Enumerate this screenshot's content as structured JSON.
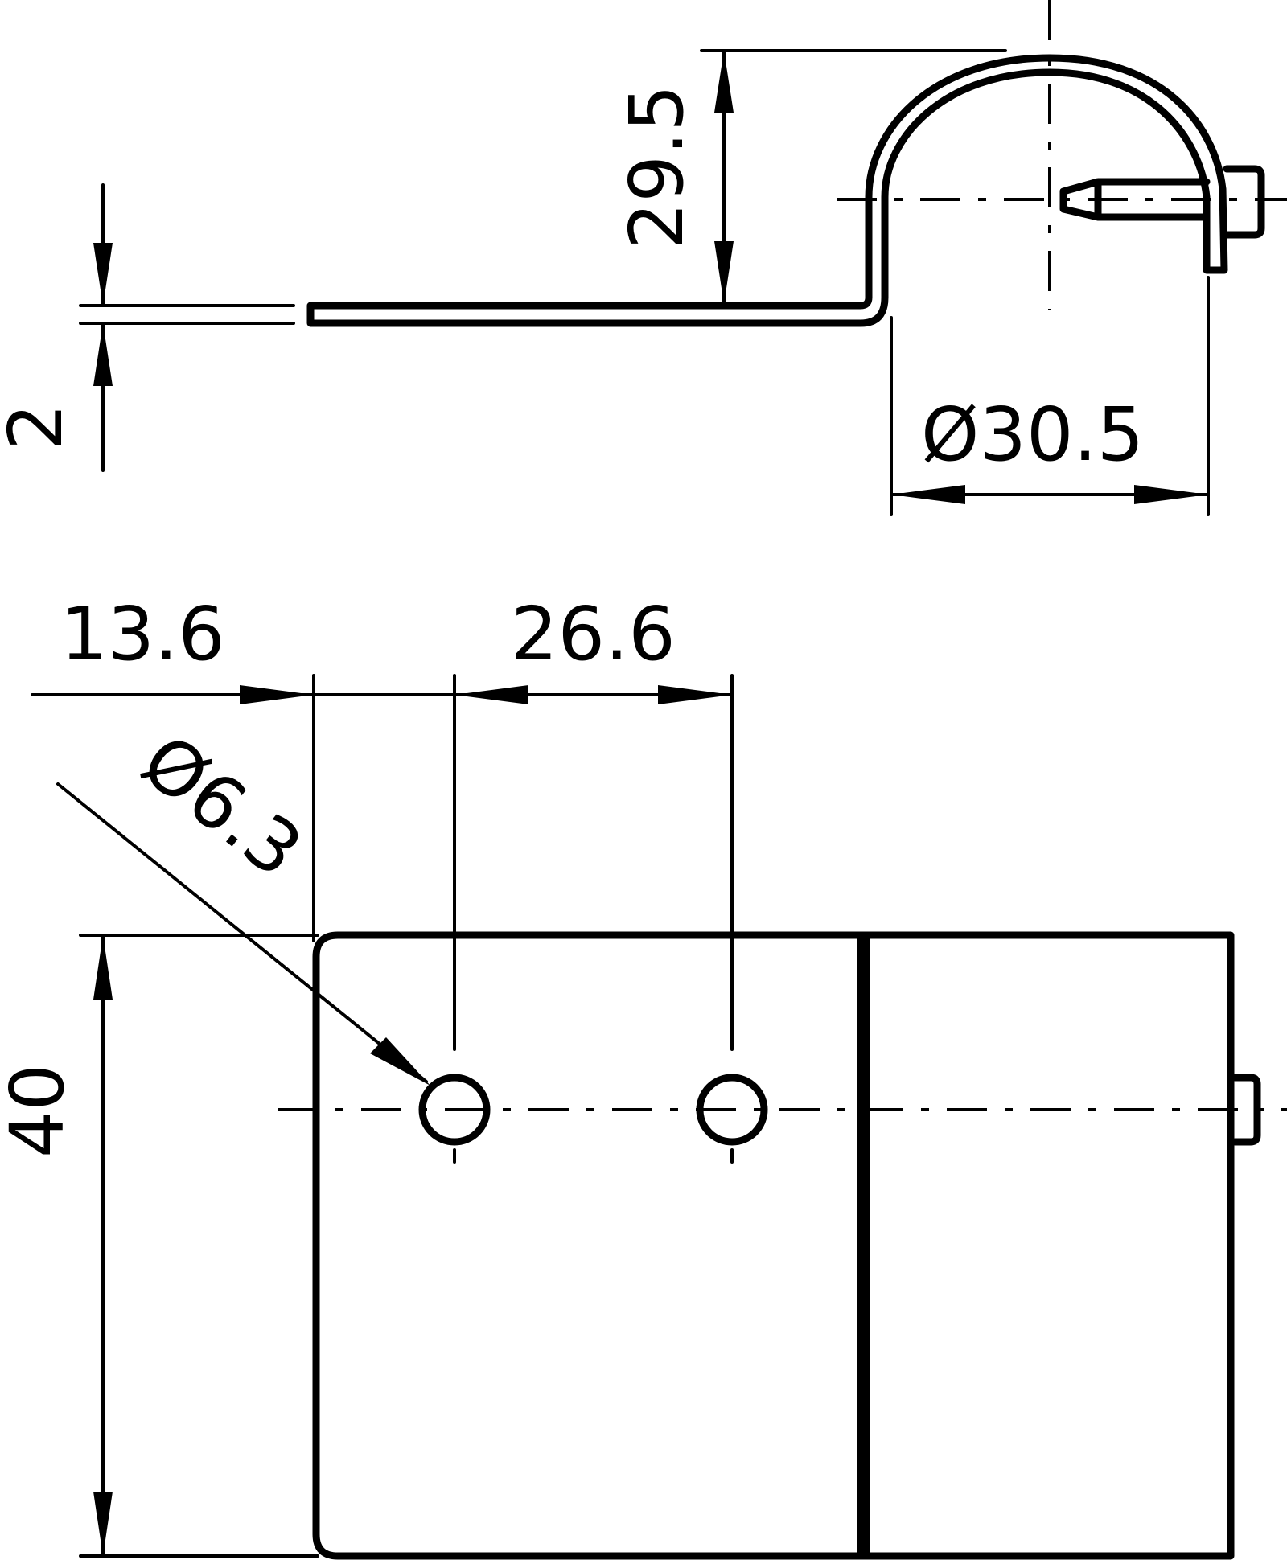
{
  "drawing": {
    "title": "Pipe clamp with flat mounting strip - technical drawing",
    "side_view": {
      "dimensions": {
        "height_label": "29.5",
        "thickness_label": "2",
        "diameter_label": "Ø30.5"
      }
    },
    "top_view": {
      "dimensions": {
        "edge_to_hole_label": "13.6",
        "hole_spacing_label": "26.6",
        "hole_diameter_label": "Ø6.3",
        "width_label": "40"
      }
    },
    "colors": {
      "line": "#000000",
      "background": "#ffffff"
    }
  }
}
